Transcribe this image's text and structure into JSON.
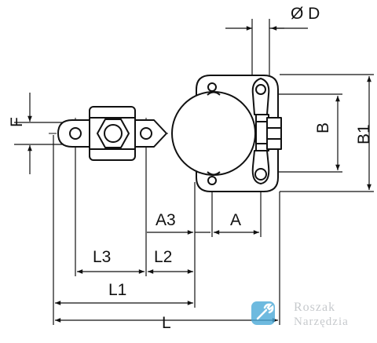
{
  "labels": {
    "diameter_d": "Ø D",
    "f": "F",
    "b": "B",
    "b1": "B1",
    "a3": "A3",
    "a": "A",
    "l3": "L3",
    "l2": "L2",
    "l1": "L1",
    "l": "L"
  },
  "watermark": {
    "line1": "Roszak",
    "line2": "Narzędzia"
  },
  "colors": {
    "ink": "#111111",
    "part_fill": "#ffffff",
    "logo_blue": "#4aa9d8",
    "watermark_text": "#b8bcc0"
  }
}
